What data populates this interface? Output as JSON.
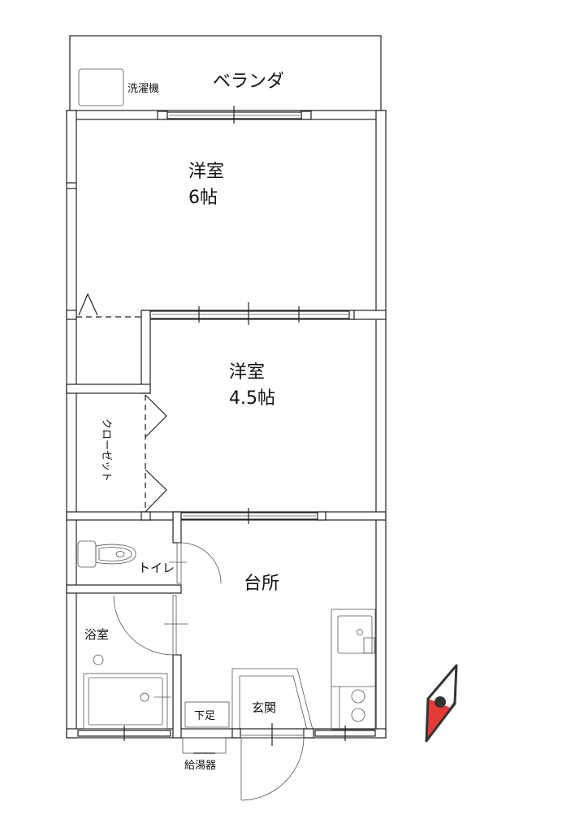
{
  "rooms": {
    "veranda": "ベランダ",
    "washing_machine": "洗濯機",
    "western_room_1": {
      "name": "洋室",
      "size": "6帖"
    },
    "western_room_2": {
      "name": "洋室",
      "size": "4.5帖"
    },
    "closet": "クローゼット",
    "toilet": "トイレ",
    "bathroom": "浴室",
    "kitchen": "台所",
    "entrance": "玄関",
    "shoe_cabinet": "下足",
    "water_heater": "給湯器"
  },
  "compass": {
    "accent_color": "#e53935",
    "outline_color": "#333333"
  }
}
